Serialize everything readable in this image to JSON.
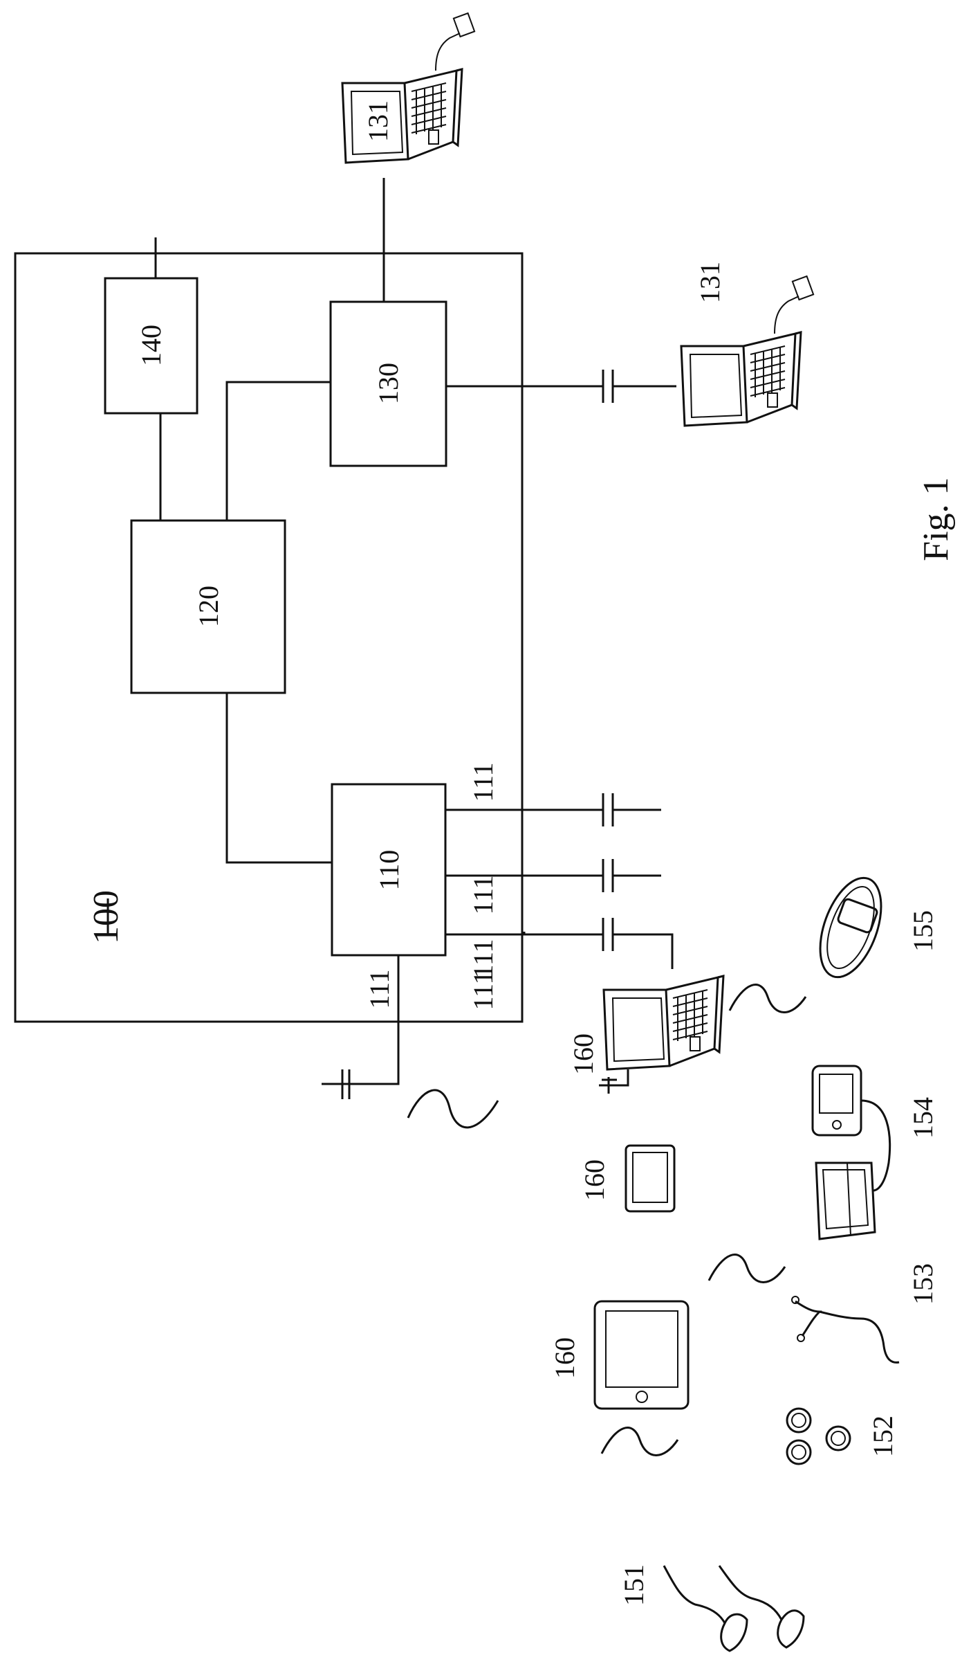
{
  "figure": {
    "caption": "Fig. 1",
    "system_label": "100",
    "blocks": {
      "b110": "110",
      "b120": "120",
      "b130": "130",
      "b140": "140"
    },
    "ports": [
      "111",
      "111",
      "111",
      "111",
      "111"
    ],
    "devices": {
      "laptop_top": "131",
      "laptop_mid": "131",
      "laptop_160": "160",
      "tablet_small": "160",
      "tablet_large": "160",
      "sensor_151": "151",
      "sensor_152": "152",
      "sensor_153": "153",
      "sensor_154": "154",
      "sensor_155": "155"
    },
    "icons": {
      "laptop": "laptop-icon",
      "tablet": "tablet-icon",
      "wireless": "wireless-link-icon",
      "stethoscope": "stethoscope-icon",
      "blood_pressure": "blood-pressure-monitor-icon",
      "smartwatch": "smartwatch-icon",
      "electrodes": "electrode-icon"
    }
  }
}
